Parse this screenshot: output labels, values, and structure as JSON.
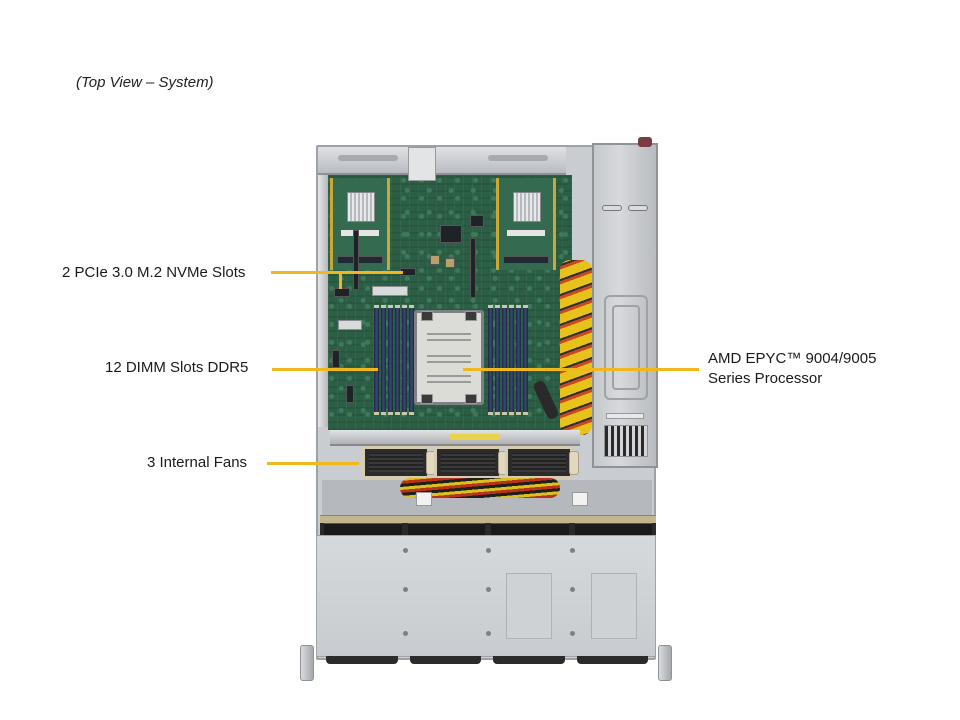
{
  "view_title": "(Top View – System)",
  "callouts": [
    {
      "id": "m2-slots",
      "label": "2 PCIe 3.0 M.2 NVMe Slots",
      "side": "left"
    },
    {
      "id": "dimm-slots",
      "label": "12 DIMM Slots DDR5",
      "side": "left"
    },
    {
      "id": "processor",
      "label_line1": "AMD EPYC™ 9004/9005",
      "label_line2": "Series Processor",
      "side": "right"
    },
    {
      "id": "fans",
      "label": "3 Internal Fans",
      "side": "left"
    }
  ],
  "components": {
    "riser_cards": 2,
    "dimm_banks": 2,
    "dimms_per_bank": 6,
    "cpu_sockets": 1,
    "internal_fans": 3,
    "front_drive_bays": 4,
    "psu_modules": 1
  },
  "colors": {
    "callout_line": "#f0b81c",
    "pcb": "#2b5e45",
    "chassis": "#c9ccd0",
    "dimm": "#1c2742"
  }
}
